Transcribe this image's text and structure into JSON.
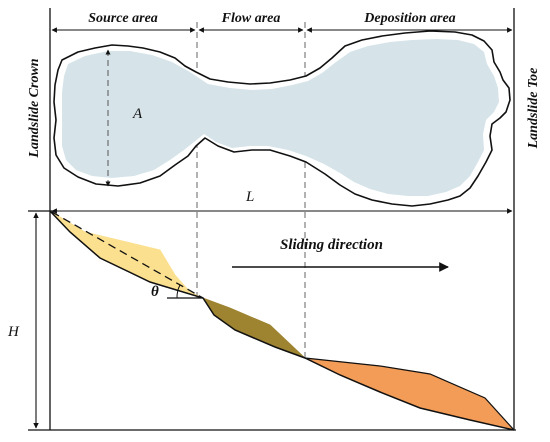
{
  "zones": {
    "source_area": "Source area",
    "flow_area": "Flow area",
    "deposition_area": "Deposition area"
  },
  "edges": {
    "crown": "Landslide Crown",
    "toe": "Landslide Toe"
  },
  "symbols": {
    "area": "A",
    "length": "L",
    "height": "H",
    "angle": "θ"
  },
  "sliding_direction": "Sliding direction",
  "colors": {
    "plan_fill": "#d6e4ea",
    "source_segment": "#fbe08f",
    "flow_segment": "#9e8431",
    "deposition_segment": "#f29c57",
    "line": "#111111"
  },
  "icons": [
    "sliding-direction-arrow-icon"
  ]
}
